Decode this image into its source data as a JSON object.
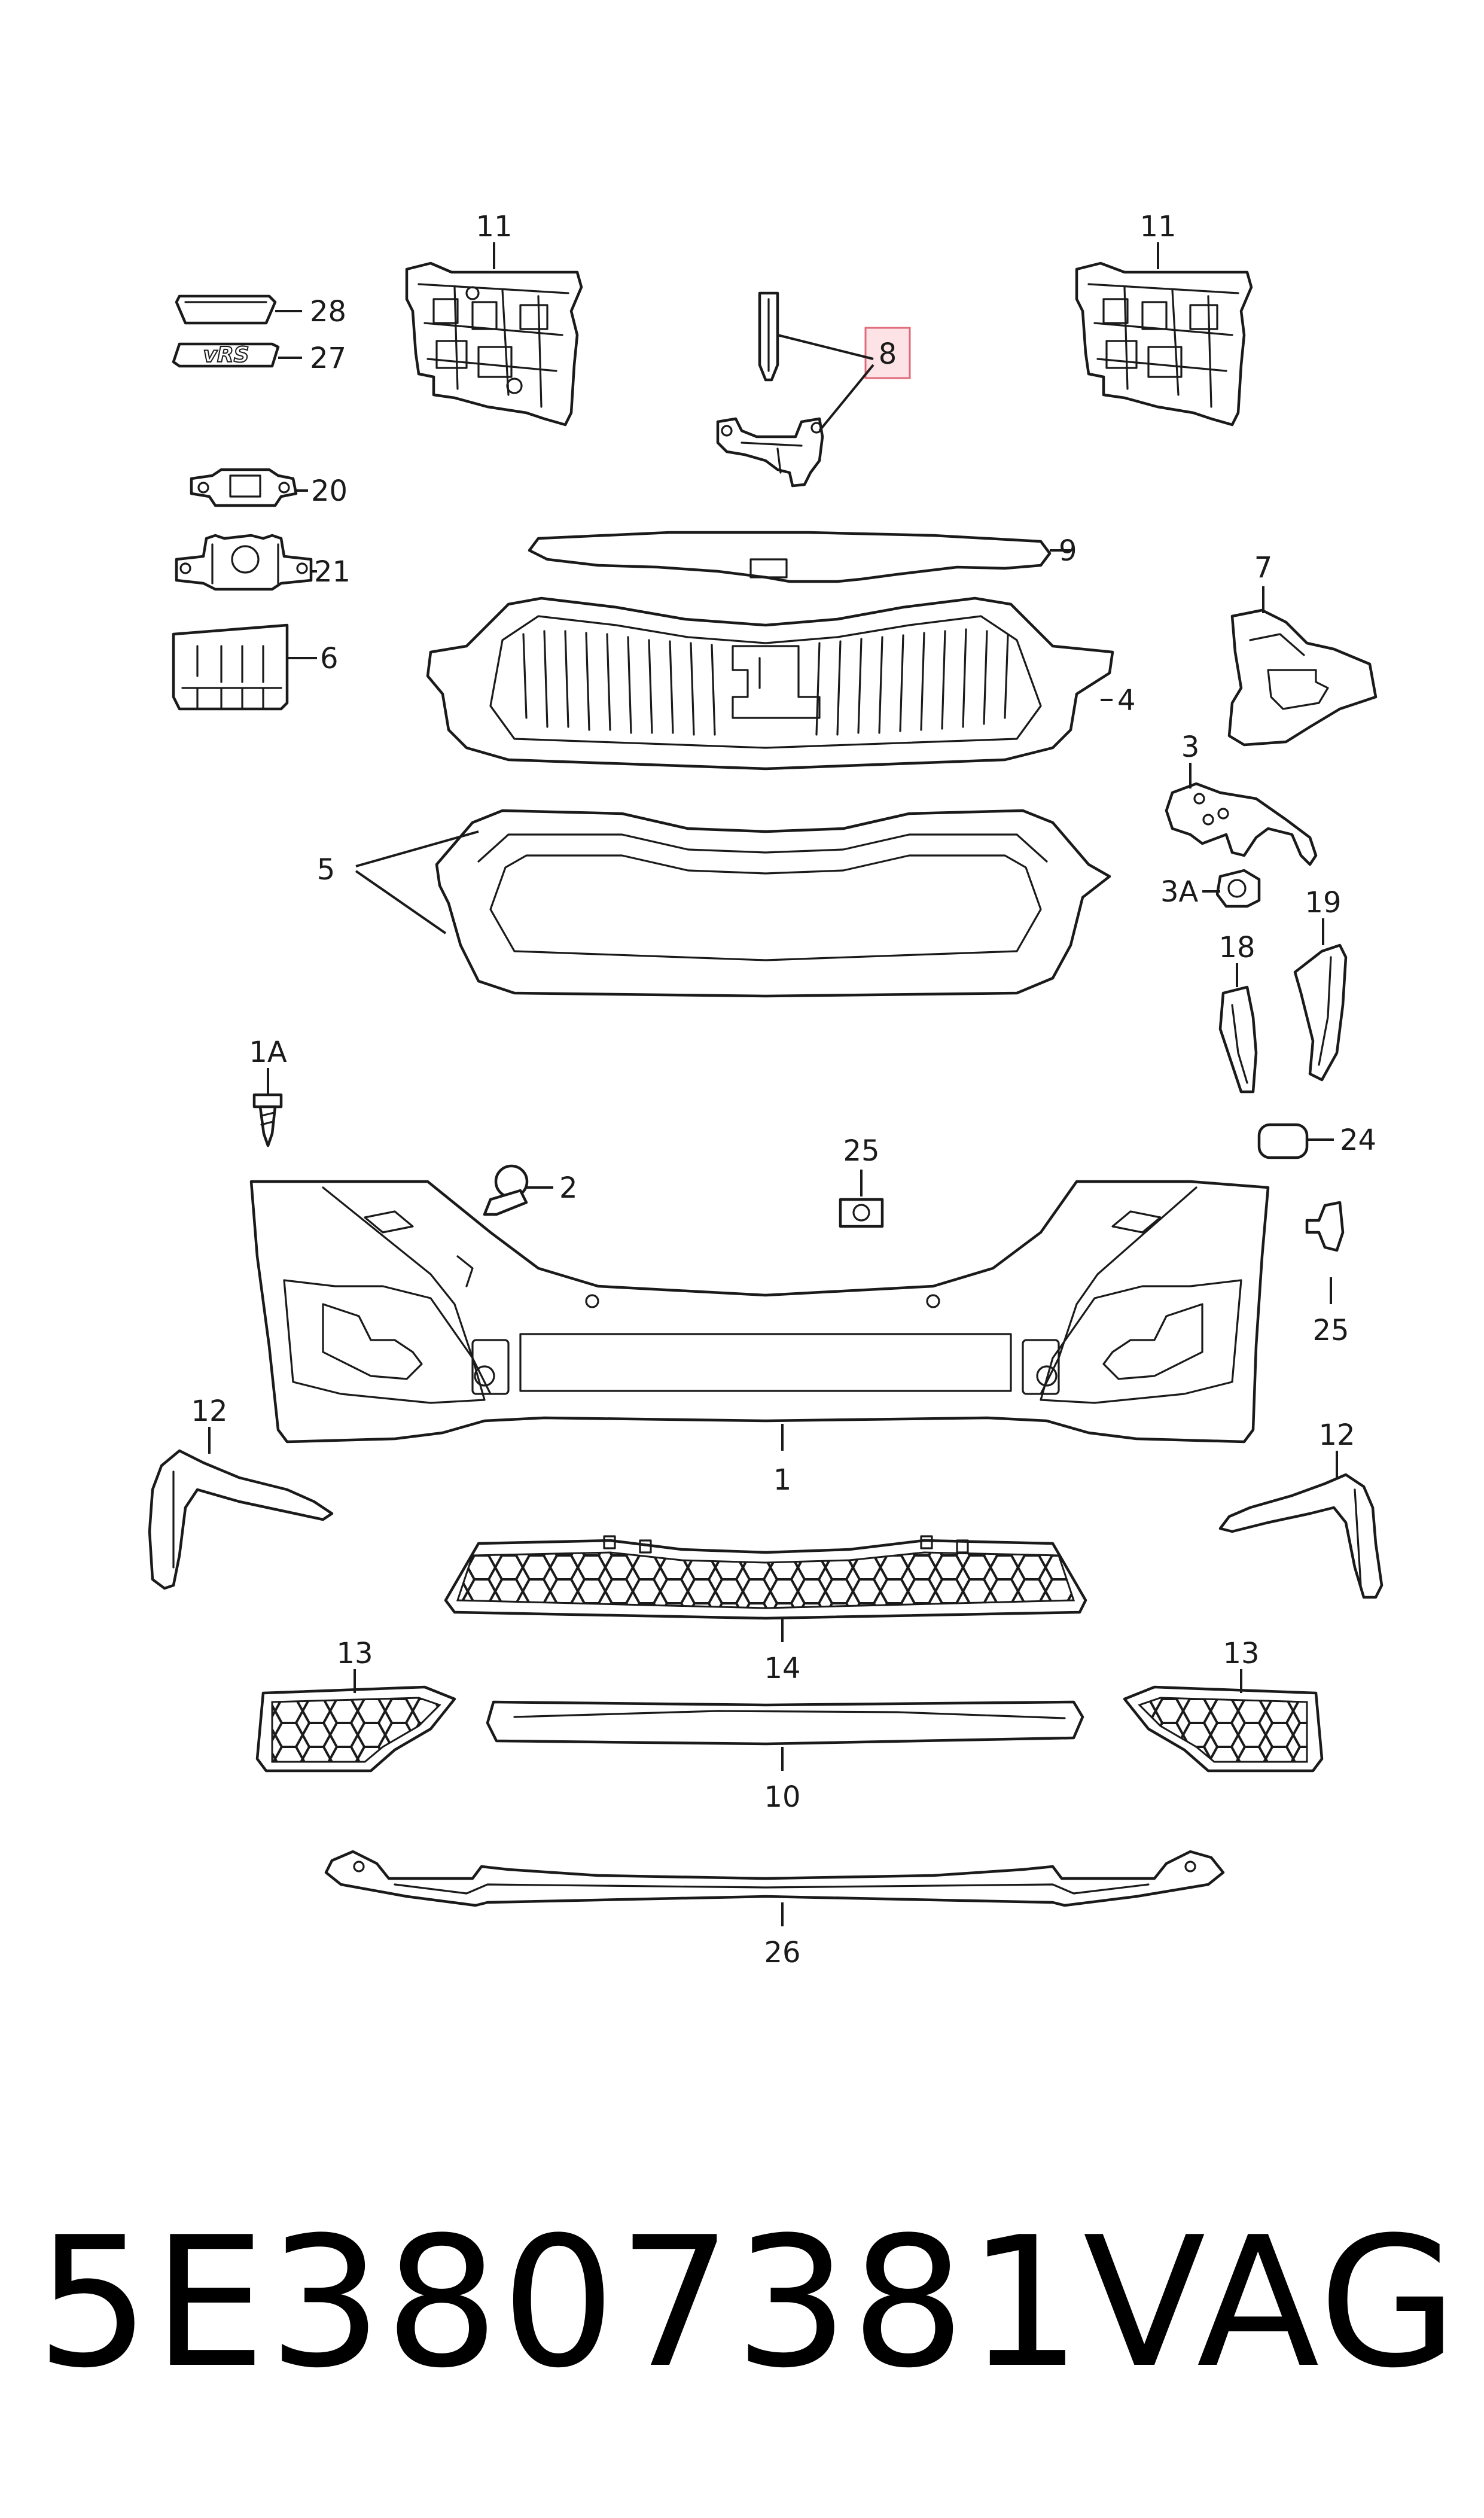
{
  "callouts": {
    "c11_left": "11",
    "c11_right": "11",
    "c28": "28",
    "c27": "27",
    "c8": "8",
    "c20": "20",
    "c21": "21",
    "c9": "9",
    "c6": "6",
    "c4": "4",
    "c7": "7",
    "c3": "3",
    "c3a": "3A",
    "c5": "5",
    "c19": "19",
    "c18": "18",
    "c1a": "1A",
    "c24": "24",
    "c2": "2",
    "c25_top": "25",
    "c25_right": "25",
    "c12_left": "12",
    "c12_right": "12",
    "c1": "1",
    "c13_left": "13",
    "c13_right": "13",
    "c14": "14",
    "c10": "10",
    "c26": "26"
  },
  "footer": {
    "part_number": "5E3807381",
    "brand": "VAG"
  },
  "highlight_color": "#e06a7a"
}
